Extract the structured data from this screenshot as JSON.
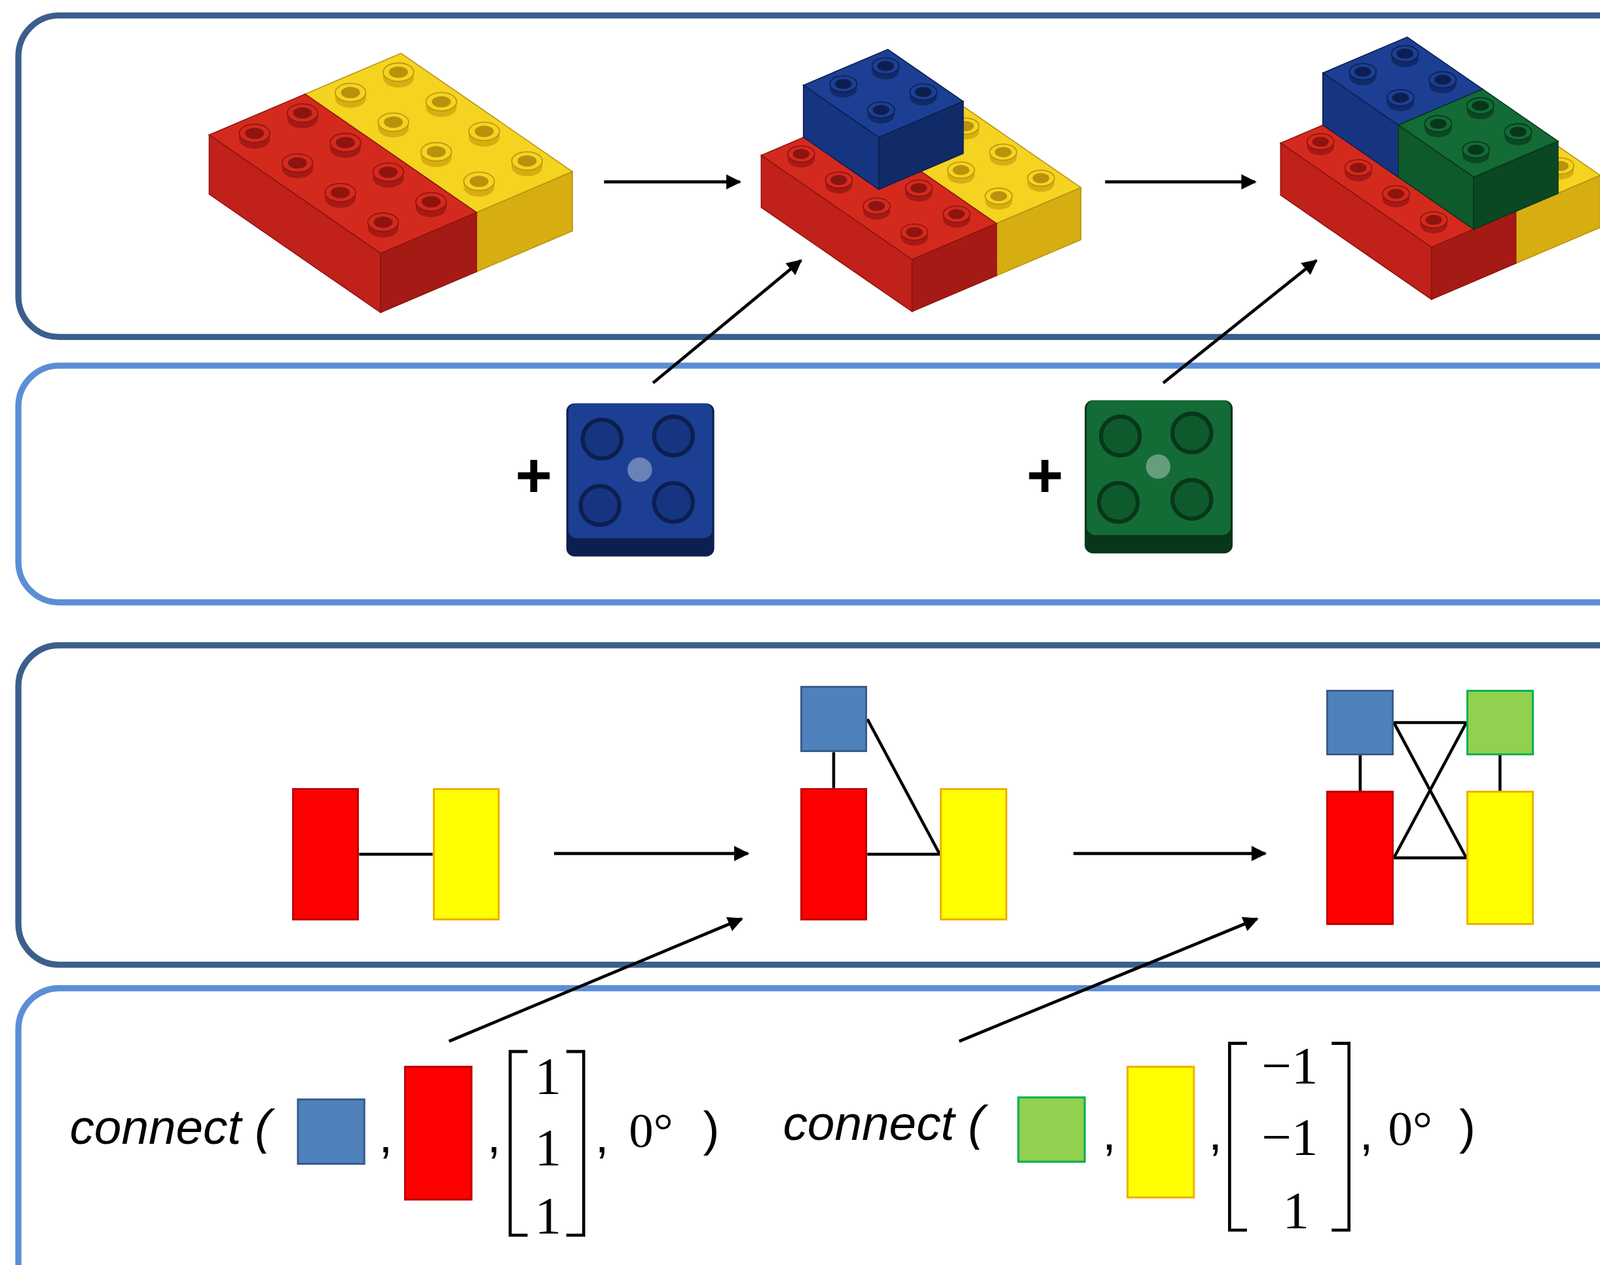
{
  "diagram": {
    "nodes": [
      {
        "text": []
      },
      {
        "text": []
      },
      {
        "text": []
      },
      {
        "text": []
      },
      {
        "text": []
      },
      {
        "text": []
      },
      {
        "text": []
      },
      {
        "text": []
      },
      {
        "text": []
      }
    ],
    "edges": [
      {
        "from": 0,
        "to": 1,
        "arrow": "none"
      },
      {
        "from": 2,
        "to": 3,
        "arrow": "none"
      },
      {
        "from": 3,
        "to": 4,
        "arrow": "none"
      },
      {
        "from": 2,
        "to": 4,
        "arrow": "none"
      },
      {
        "from": 5,
        "to": 6,
        "arrow": "none"
      },
      {
        "from": 5,
        "to": 7,
        "arrow": "none"
      },
      {
        "from": 6,
        "to": 8,
        "arrow": "none"
      },
      {
        "from": 7,
        "to": 8,
        "arrow": "none"
      },
      {
        "from": 5,
        "to": 8,
        "arrow": "none"
      },
      {
        "from": 6,
        "to": 7,
        "arrow": "none"
      }
    ],
    "labels": [
      "+",
      "+",
      "connect (",
      ",",
      ",",
      "1",
      "1",
      "1",
      ",",
      "0°",
      ")",
      "connect (",
      ",",
      ",",
      "−1",
      "−1",
      "1",
      ",",
      "0°",
      ")"
    ]
  }
}
